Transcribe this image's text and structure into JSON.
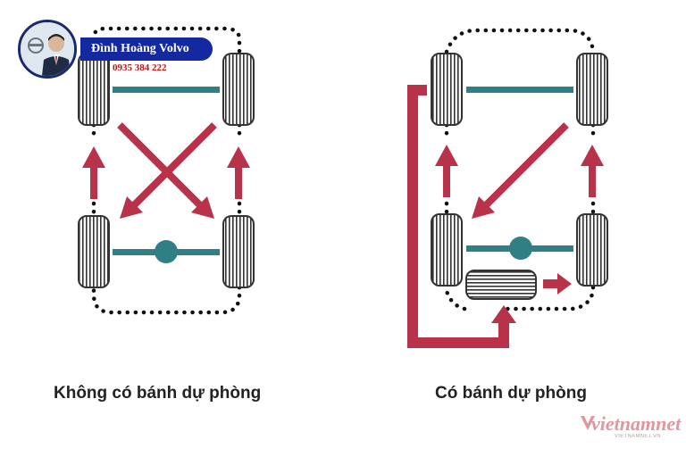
{
  "captions": {
    "left": "Không có bánh dự phòng",
    "right": "Có bánh dự phòng"
  },
  "badge": {
    "name": "Đình Hoàng Volvo",
    "phone": "0935 384 222"
  },
  "watermark": {
    "logo_text": "vietnamnet",
    "url_text": "VIETNAMNET.VN"
  },
  "colors": {
    "arrow": "#b8324a",
    "axle": "#2f7f84",
    "tire_outline": "#333333",
    "badge_blue": "#1428a0",
    "phone_red": "#cc1111"
  }
}
